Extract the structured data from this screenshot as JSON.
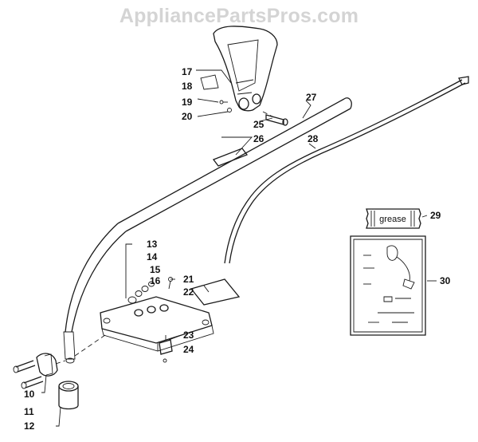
{
  "watermark": "AppliancePartsPros.com",
  "grease_label": "grease",
  "callouts": {
    "p10": "10",
    "p11": "11",
    "p12": "12",
    "p13": "13",
    "p14": "14",
    "p15": "15",
    "p16": "16",
    "p17": "17",
    "p18": "18",
    "p19": "19",
    "p20": "20",
    "p21": "21",
    "p22": "22",
    "p23": "23",
    "p24": "24",
    "p25": "25",
    "p26": "26",
    "p27": "27",
    "p28": "28",
    "p29": "29",
    "p30": "30"
  },
  "colors": {
    "ink": "#1a1a1a",
    "watermark": "#d4d4d4"
  }
}
